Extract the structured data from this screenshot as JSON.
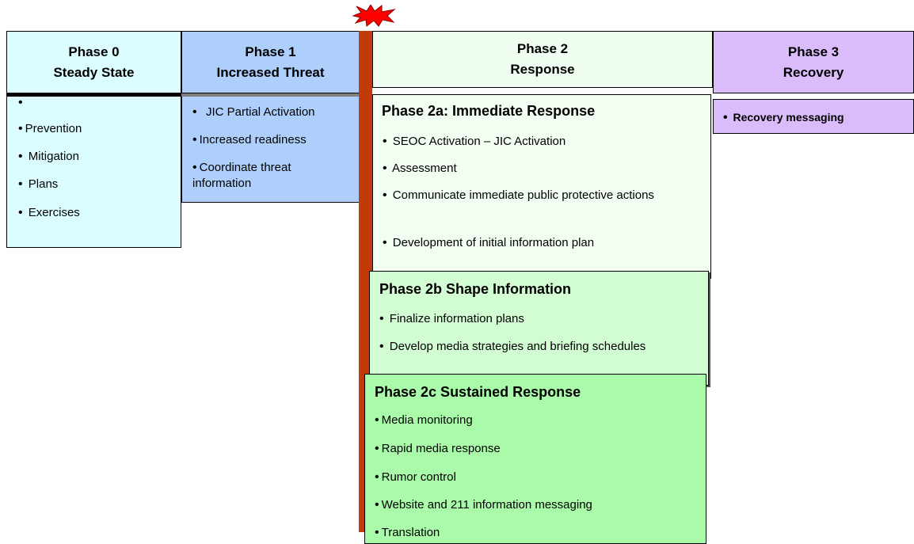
{
  "phase0": {
    "title": "Phase 0",
    "subtitle": "Steady State",
    "items": [
      "Prevention",
      "Mitigation",
      "Plans",
      "Exercises"
    ]
  },
  "phase1": {
    "title": "Phase 1",
    "subtitle": "Increased Threat",
    "items": [
      "JIC Partial Activation",
      "Increased readiness",
      "Coordinate threat information"
    ]
  },
  "phase2": {
    "title": "Phase 2",
    "subtitle": "Response",
    "a": {
      "title": "Phase 2a: Immediate Response",
      "items": [
        "SEOC  Activation – JIC Activation",
        "Assessment",
        "Communicate immediate public protective actions",
        "Development of initial  information plan"
      ]
    },
    "b": {
      "title": "Phase 2b Shape Information",
      "items": [
        "Finalize information plans",
        "Develop media strategies and  briefing schedules"
      ]
    },
    "c": {
      "title": "Phase 2c Sustained Response",
      "items": [
        "Media monitoring",
        "Rapid media response",
        "Rumor control",
        "Website and 211 information messaging",
        "Translation"
      ]
    }
  },
  "phase3": {
    "title": "Phase 3",
    "subtitle": "Recovery",
    "items": [
      "Recovery messaging"
    ]
  },
  "colors": {
    "phase0": "#dcfdff",
    "phase1": "#aecffb",
    "phase2_header": "#effef0",
    "phase2a": "#f3fef3",
    "phase2b": "#d2fcd2",
    "phase2c": "#a9fba9",
    "phase3": "#dbbcfb",
    "bar": "#c23a08",
    "burst": "#ff0000"
  }
}
